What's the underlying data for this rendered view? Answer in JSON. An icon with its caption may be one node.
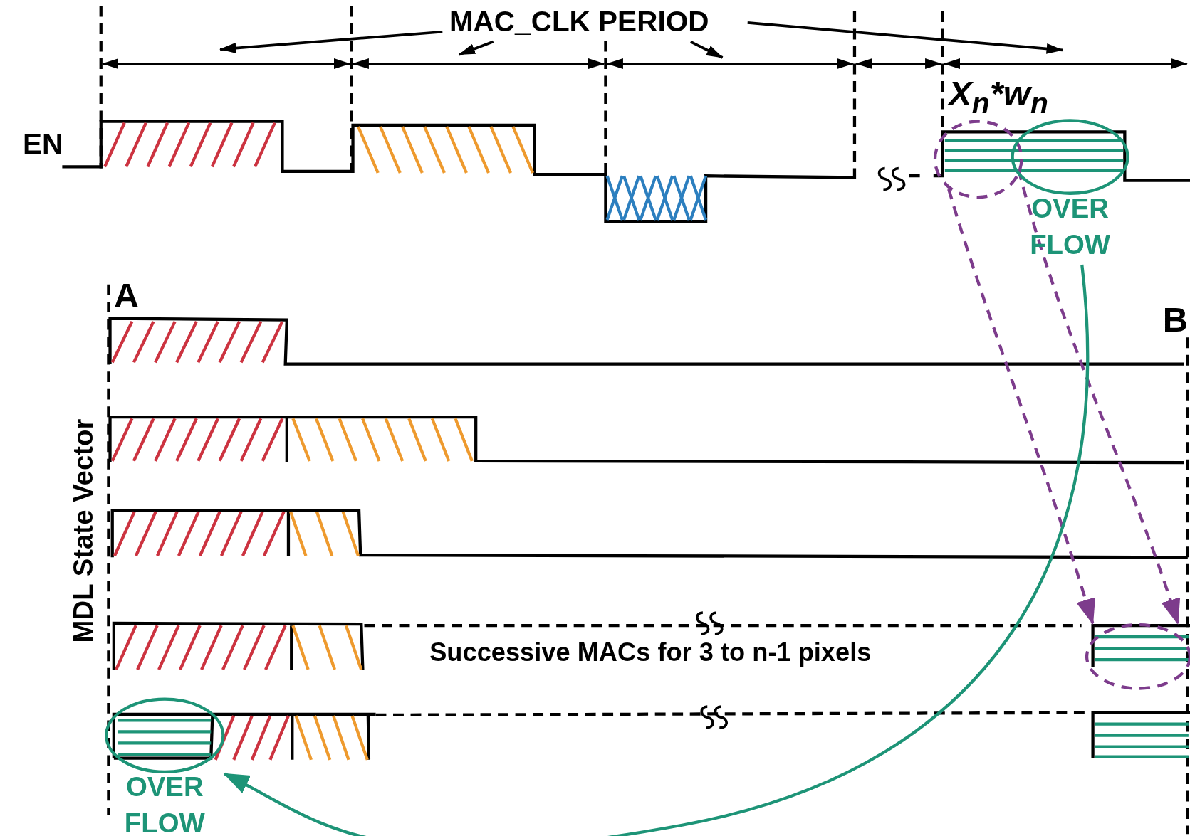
{
  "diagram": {
    "nodes": [
      {
        "text": [],
        "shape": "circle"
      },
      {
        "text": [
          "OVER FLOW"
        ]
      },
      {
        "text": [],
        "shape": "circle"
      },
      {
        "text": [
          "OVER FLOW"
        ]
      }
    ],
    "edges": [
      {
        "from": 0,
        "to": 2,
        "arrow": "to",
        "style": "dashed",
        "color": "#7d3c8c"
      },
      {
        "from": 0,
        "to": 2,
        "arrow": "to",
        "style": "dashed",
        "color": "#7d3c8c"
      },
      {
        "from": 1,
        "to": 3,
        "arrow": "to",
        "color": "#1d9477"
      }
    ],
    "labels": [
      "MAC_CLK PERIOD",
      "EN",
      "X$_{n}$*w$_{n}$",
      "A",
      "B",
      "MDL State Vector",
      "Successive MACs for 3 to n-1 pixels"
    ]
  }
}
